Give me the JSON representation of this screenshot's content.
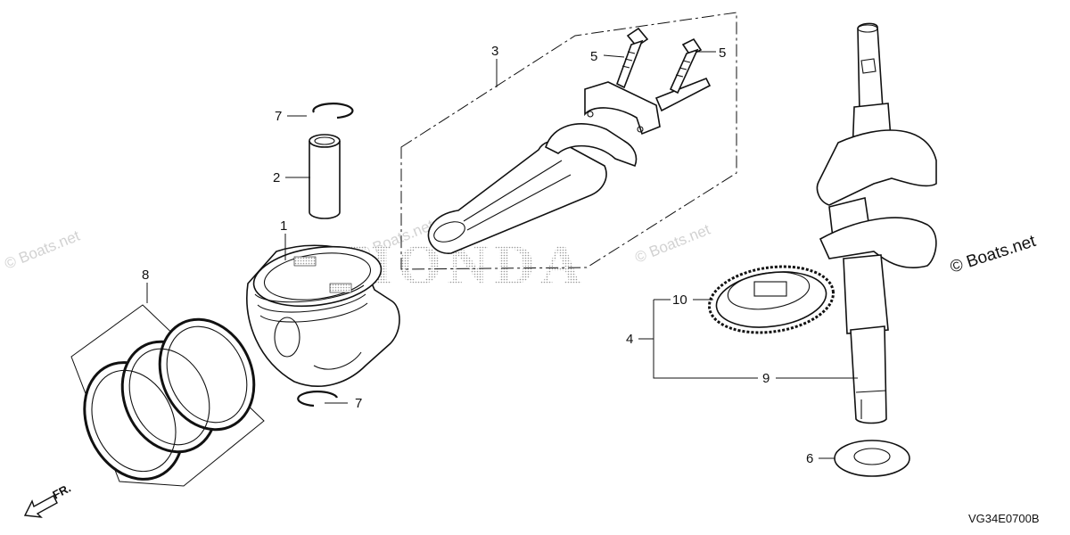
{
  "diagram": {
    "drawing_code": "VG34E0700B",
    "front_marker": "FR.",
    "brand_watermark": "HONDA",
    "watermarks": [
      "© Boats.net",
      "© Boats.net",
      "© Boats.net",
      "© Boats.net"
    ],
    "callouts": {
      "piston": "1",
      "piston_pin": "2",
      "connecting_rod": "3",
      "crankshaft_assembly": "4",
      "rod_bolt_left": "5",
      "rod_bolt_right": "5",
      "washer": "6",
      "pin_clip_top": "7",
      "pin_clip_bottom": "7",
      "piston_ring_set": "8",
      "crankshaft": "9",
      "timing_gear": "10"
    }
  }
}
